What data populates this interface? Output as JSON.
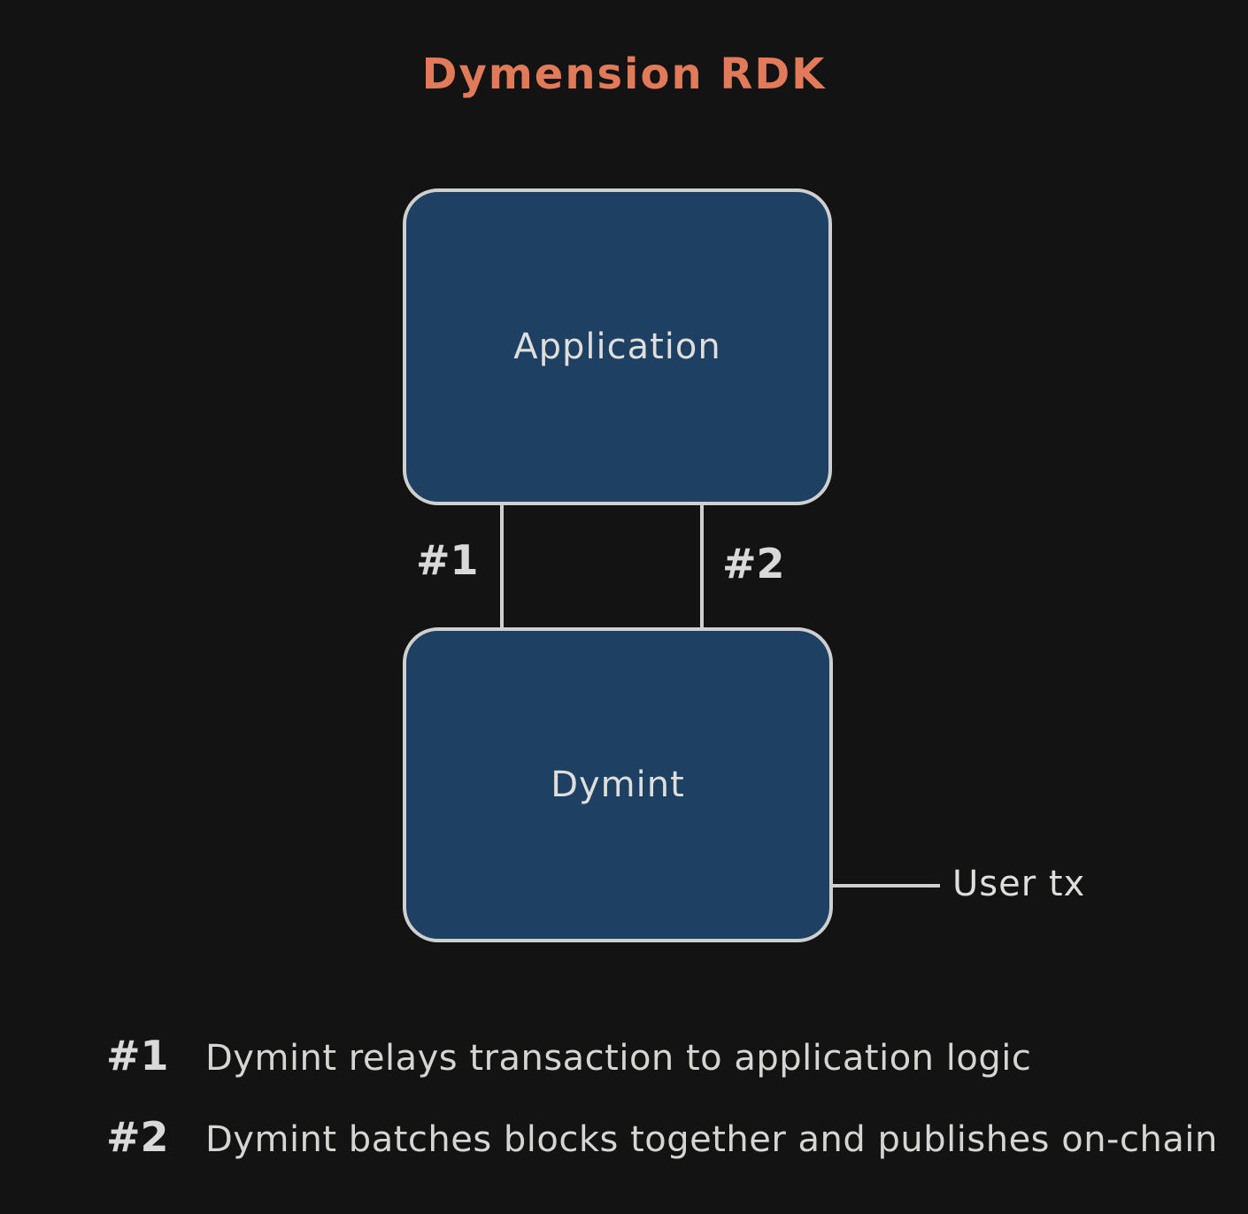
{
  "title": {
    "text": "Dymension RDK"
  },
  "diagram": {
    "boxes": [
      {
        "id": "application",
        "label": "Application"
      },
      {
        "id": "dymint",
        "label": "Dymint"
      }
    ],
    "connectors": [
      {
        "id": "1",
        "label": "#1"
      },
      {
        "id": "2",
        "label": "#2"
      }
    ],
    "user_tx_label": "User tx"
  },
  "legend": [
    {
      "marker": "#1",
      "text": "Dymint relays transaction to application logic"
    },
    {
      "marker": "#2",
      "text": "Dymint batches blocks together and publishes on-chain"
    }
  ],
  "colors": {
    "background": "#131313",
    "box_fill": "#1d4063",
    "box_border": "#cfcfcf",
    "text": "#dededc",
    "accent": "#e07a58"
  }
}
